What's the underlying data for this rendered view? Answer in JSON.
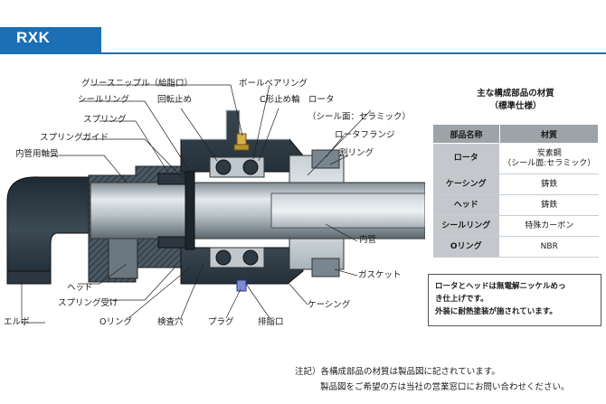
{
  "header": {
    "title": "RXK",
    "accent_color": "#1a6fb5"
  },
  "diagram": {
    "callouts": {
      "grease_nipple": "グリースニップル（給脂口）",
      "ball_bearing": "ボールベアリング",
      "seal_ring": "シールリング",
      "anti_rotation": "回転止め",
      "c_ring": "C形止め輪",
      "rotor": "ロータ",
      "rotor_sub": "（シール面：セラミック）",
      "spring": "スプリング",
      "spring_guide": "スプリングガイド",
      "rotor_flange": "ロータフランジ",
      "inner_bearing": "内管用軸受",
      "split_ring": "割リング",
      "inner_pipe": "内管",
      "gasket": "ガスケット",
      "head": "ヘッド",
      "casing": "ケーシング",
      "spring_seat": "スプリング受け",
      "elbow": "エルボ",
      "o_ring": "Oリング",
      "inspection_hole": "検査穴",
      "plug": "プラグ",
      "drain": "排脂口"
    }
  },
  "materials": {
    "title_line1": "主な構成部品の材質",
    "title_line2": "（標準仕様）",
    "col_part": "部品名称",
    "col_material": "材質",
    "rows": [
      {
        "part": "ロータ",
        "material": "炭素鋼",
        "material_sub": "（シール面:セラミック）"
      },
      {
        "part": "ケーシング",
        "material": "鋳鉄"
      },
      {
        "part": "ヘッド",
        "material": "鋳鉄"
      },
      {
        "part": "シールリング",
        "material": "特殊カーボン"
      },
      {
        "part": "Oリング",
        "material": "NBR"
      }
    ],
    "note_lines": [
      "ロータとヘッドは無電解ニッケルめっ",
      "き仕上げです。",
      "外装に耐熱塗装が施されています。"
    ]
  },
  "footnote": {
    "line1": "注記）各構成部品の材質は製品図に記されています。",
    "line2": "製品図をご希望の方は当社の営業窓口にお問い合わせください。"
  }
}
